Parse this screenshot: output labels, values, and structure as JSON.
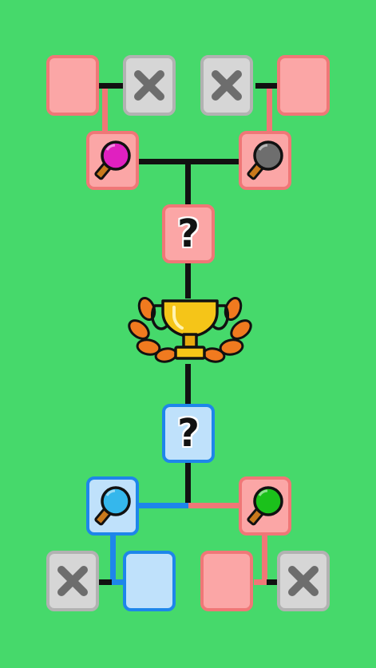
{
  "bracket": {
    "semifinal_top": {
      "label": "?"
    },
    "semifinal_bottom": {
      "label": "?"
    },
    "players": [
      {
        "id": "top-left",
        "paddle_color": "#e020c0",
        "team": "pink"
      },
      {
        "id": "top-right",
        "paddle_color": "#6e6e6e",
        "team": "pink"
      },
      {
        "id": "bottom-left",
        "paddle_color": "#35b7ec",
        "team": "blue"
      },
      {
        "id": "bottom-right",
        "paddle_color": "#1bc11b",
        "team": "pink"
      }
    ],
    "slots": {
      "top_left_outer": "empty",
      "top_left_inner": "eliminated",
      "top_right_inner": "eliminated",
      "top_right_outer": "empty",
      "bottom_left_outer": "eliminated",
      "bottom_left_inner": "empty",
      "bottom_right_inner": "empty",
      "bottom_right_outer": "eliminated"
    }
  },
  "colors": {
    "background": "#46d96b",
    "pink": "#fba6a6",
    "pink_border": "#f07777",
    "blue": "#bfe1fb",
    "blue_border": "#1e86ea",
    "eliminated": "#d6d6d6",
    "trophy": "#f5c518"
  },
  "icons": {
    "eliminated": "x-icon",
    "player": "ping-pong-paddle-icon",
    "final": "trophy-icon"
  }
}
